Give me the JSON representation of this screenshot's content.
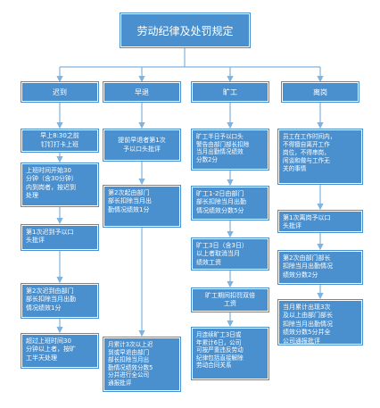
{
  "title": "劳动纪律及处罚规定",
  "columns": [
    {
      "heading": "迟到",
      "steps": [
        "早上8:30之前\n钉钉打卡上班",
        "上班时间开始30\n分钟（含30分钟）\n内到岗者，按迟到\n处理",
        "第1次迟到予以口\n头批评",
        "第2次迟到由部门\n部长扣除当月出勤\n情况绩效1分",
        "超过上班时间30\n分钟以上者，按旷\n工半天处理"
      ]
    },
    {
      "heading": "早退",
      "steps": [
        "提前早退者第1次\n予以口头批评",
        "第2次起由部门\n部长扣除当月出\n勤情况绩效1分",
        "月累计3次以上迟\n到或早退由部门\n部长扣除当月出\n勤情况绩效分数5\n分并进行全公司\n通报批评"
      ]
    },
    {
      "heading": "旷工",
      "steps": [
        "旷工半日予以口头\n警告由部门部长扣除\n当月出勤情况绩效\n分数2分",
        "旷工1-2日由部门\n部长扣除当月出勤\n情况绩效分数5分",
        "旷工3日（含3日）\n以上者取消当月\n绩效工资",
        "旷工期间扣罚双倍\n工资",
        "月连续旷工3日或\n年累计6日，公司\n可按严重违反劳动\n纪律包括直接解除\n劳动合同关系"
      ]
    },
    {
      "heading": "离岗",
      "steps": [
        "员工在工作时间内，\n不得擅自离开工作\n岗位，不得串岗，\n闲谈和做与工作无\n关的事情",
        "第1次离岗予以口\n头批评",
        "第2次由部门部长\n扣除当月出勤情况\n绩效分数2分",
        "当月累计出现3次\n及以上由部门部长\n扣除当月出勤情况\n绩效分数5分并全\n公司通报批评"
      ]
    }
  ]
}
